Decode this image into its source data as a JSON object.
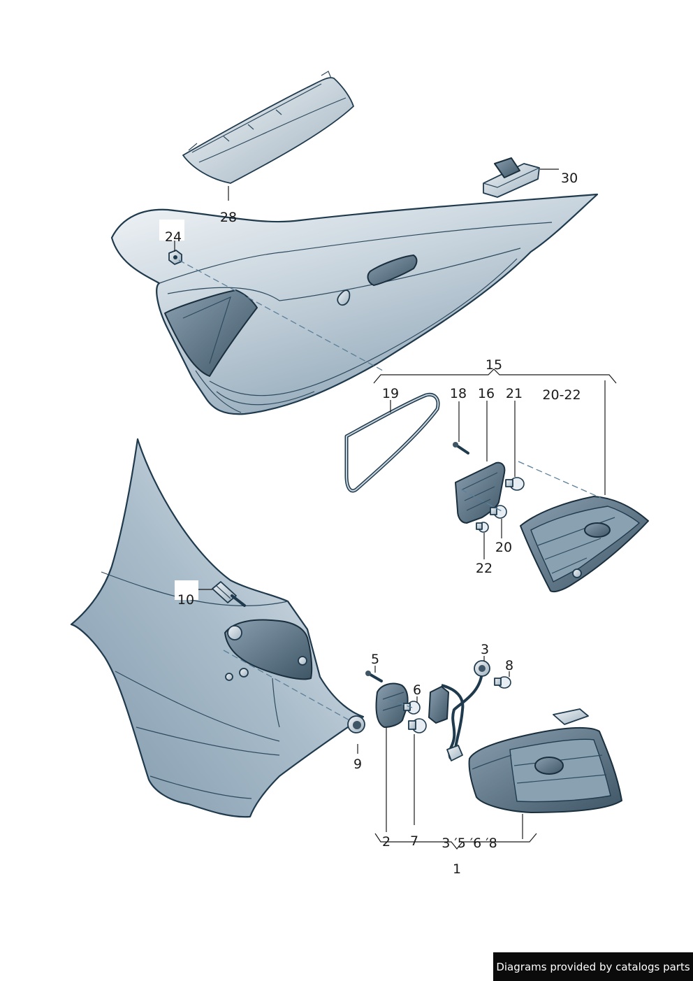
{
  "footer": {
    "text": "Diagrams provided by catalogs parts"
  },
  "callouts": {
    "c1": "1",
    "c2": "2",
    "c3": "3",
    "c5": "5",
    "c6": "6",
    "c7": "7",
    "c8": "8",
    "c9": "9",
    "c10": "10",
    "c15": "15",
    "c16": "16",
    "c18": "18",
    "c19": "19",
    "c20": "20",
    "c21": "21",
    "c22": "22",
    "c20_22": "20-22",
    "c24": "24",
    "c28": "28",
    "c30": "30",
    "c3_5_6_8": "3 ′5 ′6 ′8"
  },
  "colors": {
    "body_light": "#e6ecf0",
    "body_dark": "#8ba2b4",
    "outline": "#1f3a4d",
    "lamp_dark": "#4c6577"
  }
}
